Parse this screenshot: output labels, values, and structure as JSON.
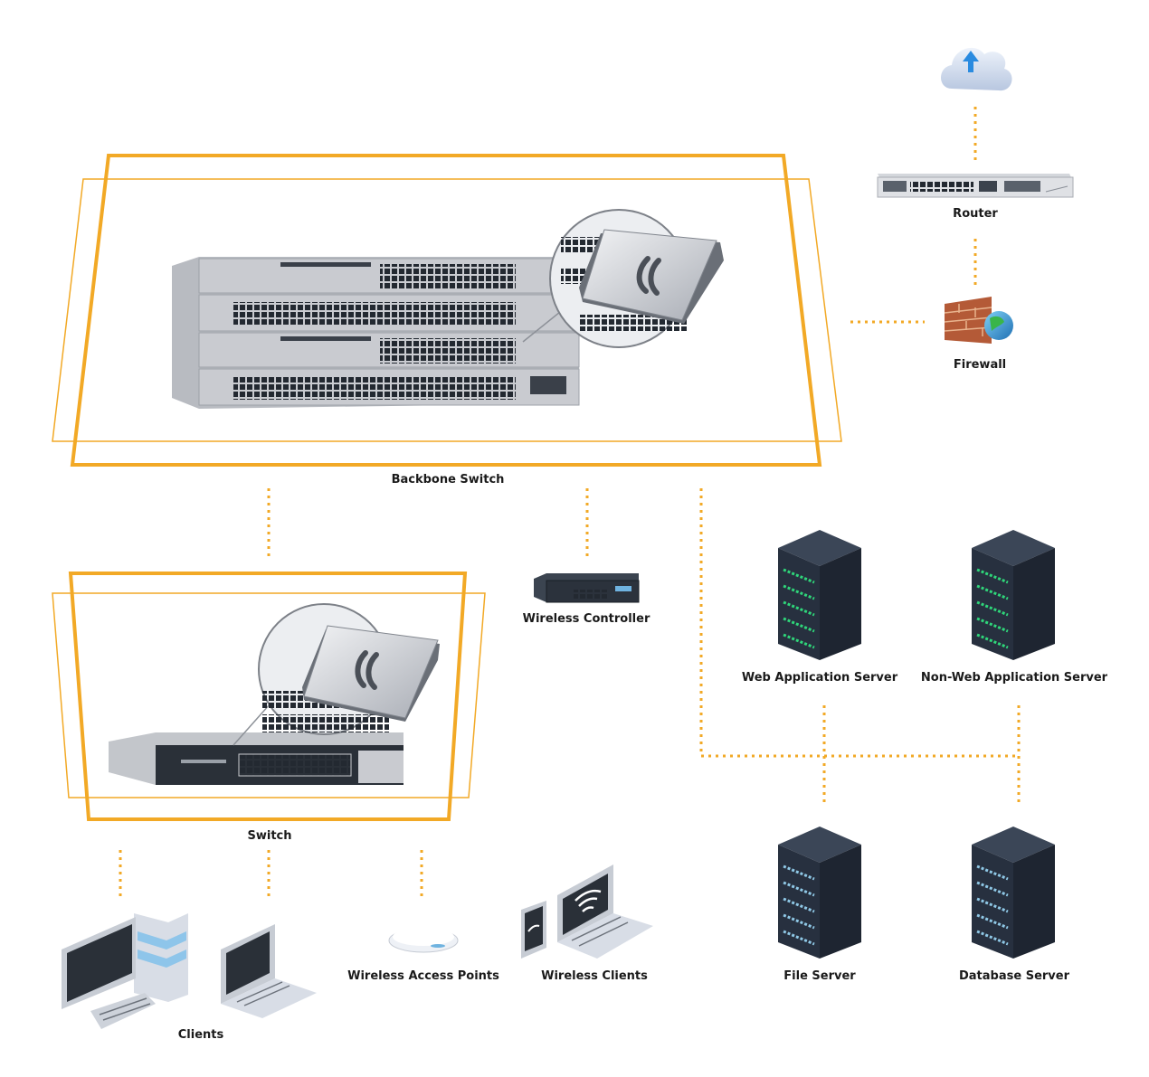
{
  "colors": {
    "accent": "#f2a926",
    "switch_body": "#c9cbd0",
    "port": "#232931",
    "server_dark": "#27303f",
    "server_led": "#2fd67a"
  },
  "labels": {
    "router": "Router",
    "firewall": "Firewall",
    "backbone_switch": "Backbone Switch",
    "wireless_controller": "Wireless Controller",
    "web_app_server": "Web Application Server",
    "non_web_app_server": "Non-Web Application Server",
    "switch": "Switch",
    "file_server": "File Server",
    "database_server": "Database Server",
    "wireless_access_points": "Wireless Access Points",
    "wireless_clients": "Wireless Clients",
    "clients": "Clients"
  },
  "icons": {
    "cloud": "cloud-upload-icon",
    "router": "router-icon",
    "firewall": "firewall-icon",
    "backbone": "stacked-switch-icon",
    "ssd": "ssd-icon",
    "controller": "wireless-controller-icon",
    "server": "server-rack-icon",
    "switch": "switch-icon",
    "desktop": "desktop-icon",
    "laptop": "laptop-icon",
    "access_point": "access-point-icon",
    "tablet": "tablet-icon"
  }
}
